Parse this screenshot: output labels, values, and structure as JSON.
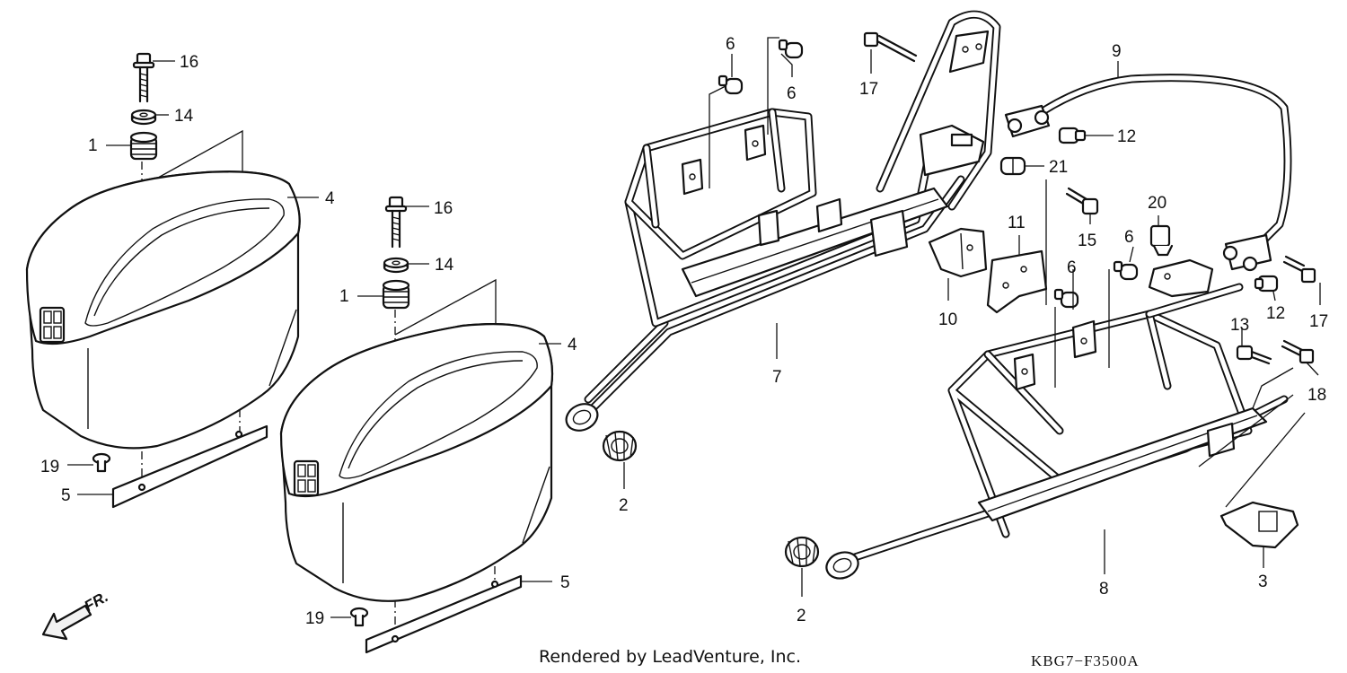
{
  "callouts": {
    "c1a": "1",
    "c1b": "1",
    "c2a": "2",
    "c2b": "2",
    "c3": "3",
    "c4a": "4",
    "c4b": "4",
    "c5a": "5",
    "c5b": "5",
    "c6a": "6",
    "c6b": "6",
    "c6c": "6",
    "c6d": "6",
    "c7": "7",
    "c8": "8",
    "c9": "9",
    "c10": "10",
    "c11": "11",
    "c12a": "12",
    "c12b": "12",
    "c13": "13",
    "c14a": "14",
    "c14b": "14",
    "c15": "15",
    "c16a": "16",
    "c16b": "16",
    "c17a": "17",
    "c17b": "17",
    "c18": "18",
    "c19a": "19",
    "c19b": "19",
    "c20": "20",
    "c21": "21"
  },
  "footer": {
    "rendered_by": "Rendered by LeadVenture, Inc.",
    "diagram_code": "KBG7−F3500A"
  },
  "direction": {
    "label": "FR."
  },
  "colors": {
    "line": "#111111",
    "background": "#ffffff",
    "shade": "#f2f2f2"
  }
}
